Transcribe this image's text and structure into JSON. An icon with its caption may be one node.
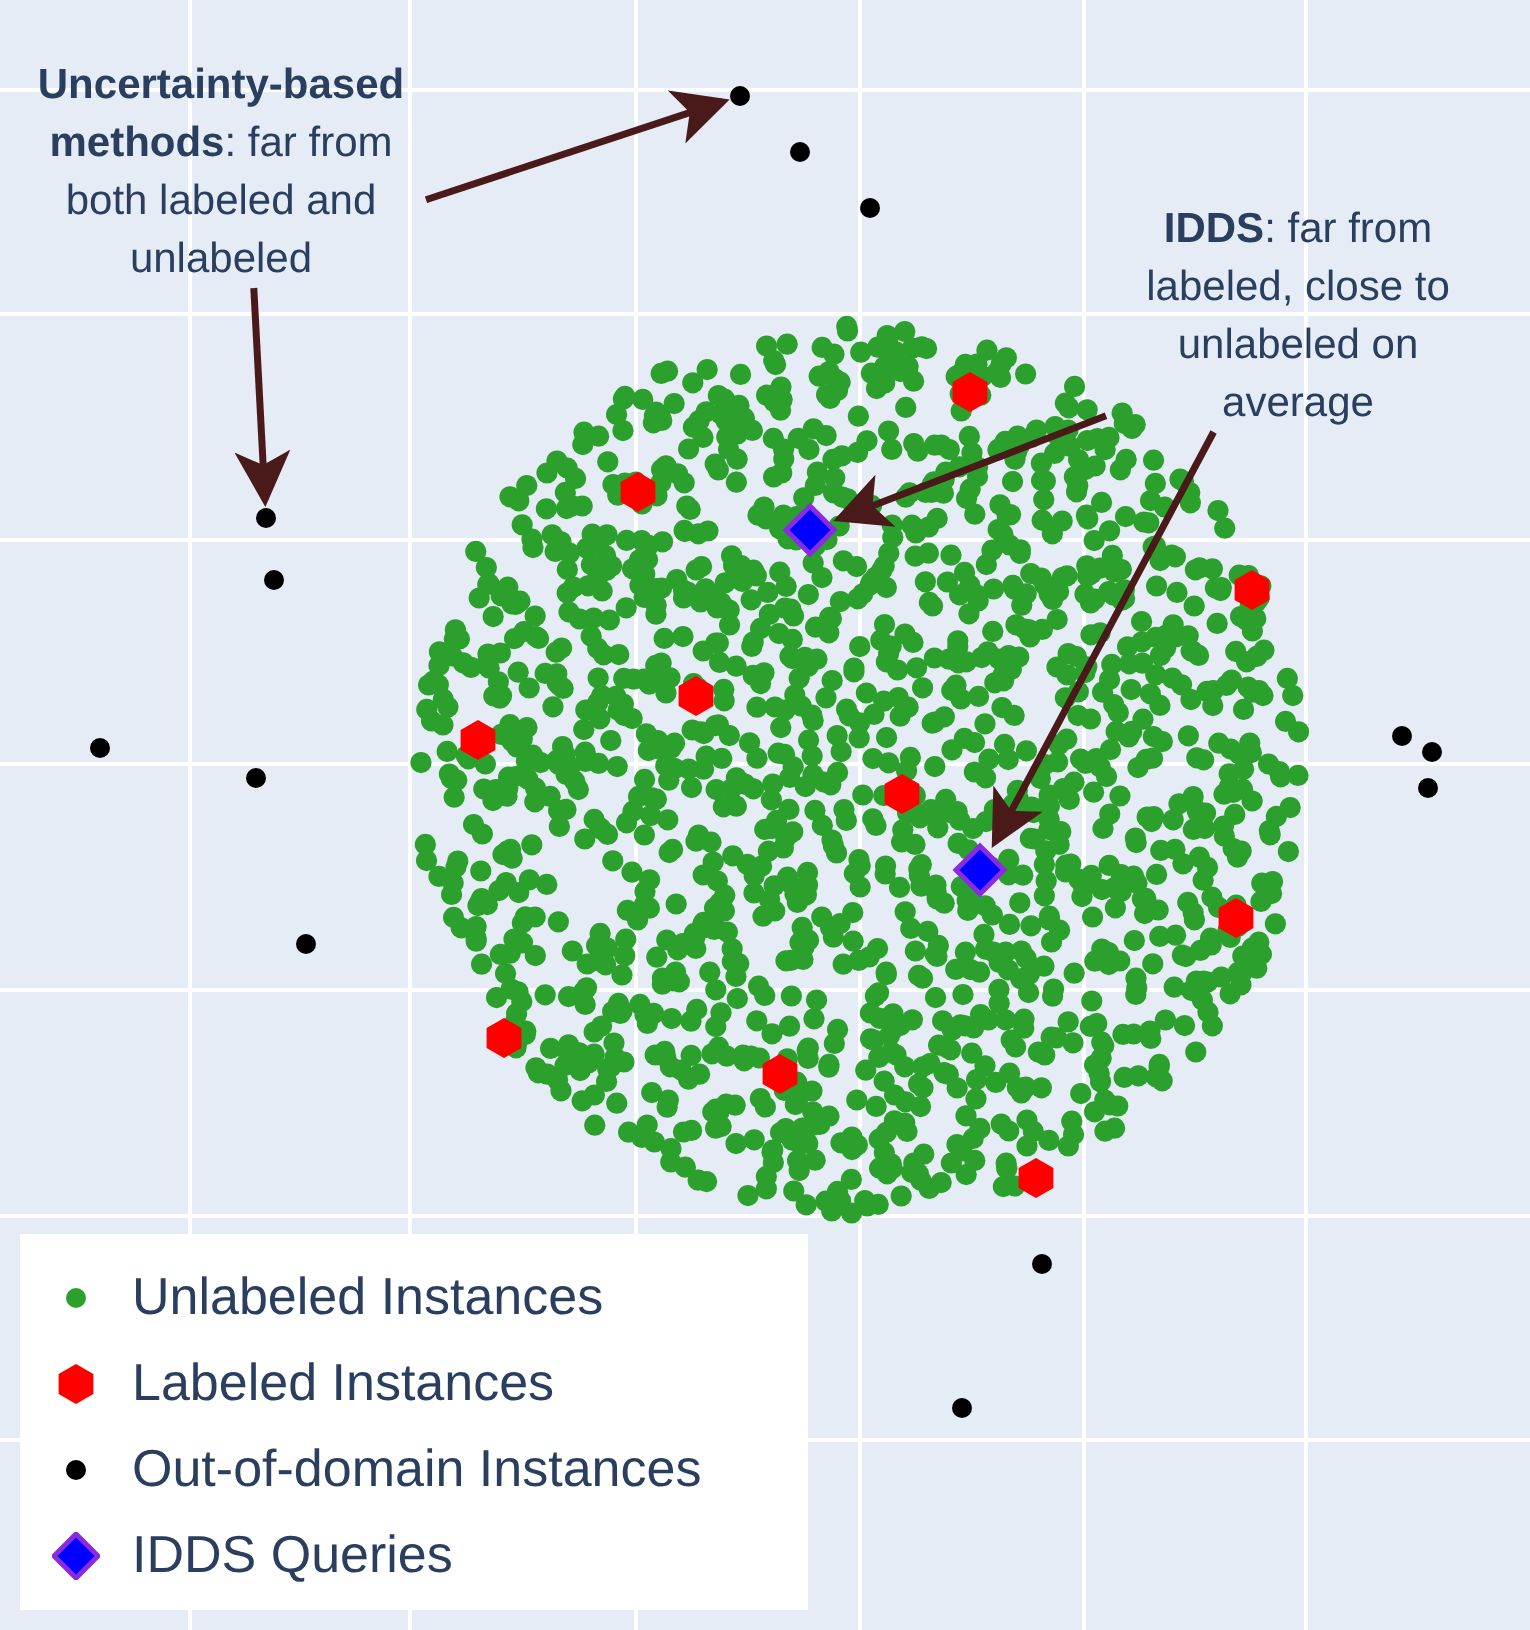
{
  "diagram": {
    "nodes": [
      {
        "text": [
          "**Uncertainty-based methods**: far from both labeled and unlabeled"
        ]
      },
      {
        "text": [],
        "shape": "circle"
      },
      {
        "text": [],
        "shape": "circle"
      },
      {
        "text": [
          "**IDDS**: far from labeled, close to unlabeled on average"
        ]
      },
      {
        "text": [],
        "shape": "diamond"
      },
      {
        "text": [],
        "shape": "diamond"
      }
    ],
    "edges": [
      {
        "from": 0,
        "to": 1,
        "arrow": "to"
      },
      {
        "from": 0,
        "to": 2,
        "arrow": "to"
      },
      {
        "from": 3,
        "to": 4,
        "arrow": "to"
      },
      {
        "from": 3,
        "to": 5,
        "arrow": "to"
      }
    ],
    "legend": [
      {
        "text": "Unlabeled Instances",
        "color": "#2ca02c"
      },
      {
        "text": "Labeled Instances",
        "color": "#ff0000"
      },
      {
        "text": "Out-of-domain Instances",
        "color": "#000000"
      },
      {
        "text": "IDDS Queries",
        "color": "#0000ff"
      }
    ]
  }
}
